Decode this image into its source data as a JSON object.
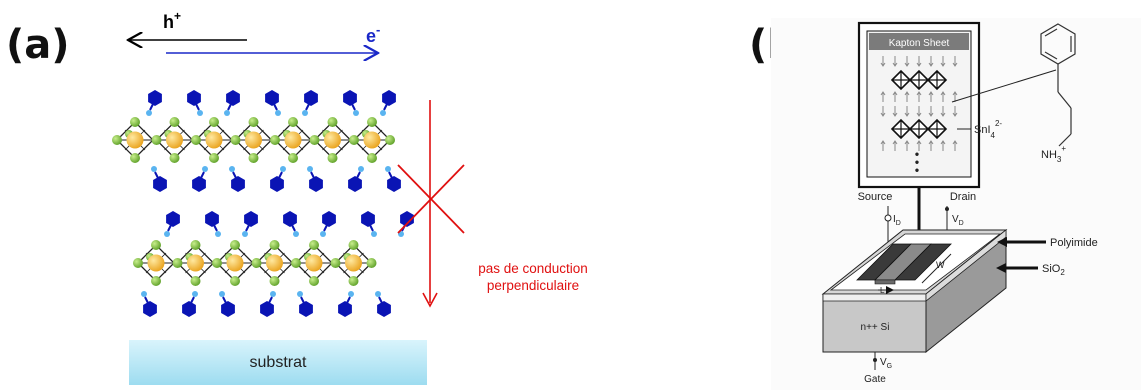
{
  "panel_a": {
    "label": "(a)",
    "holes": "h",
    "holes_sup": "+",
    "electrons": "e",
    "electrons_sup": "-",
    "annotation_line1": "pas de conduction",
    "annotation_line2": "perpendiculaire",
    "substrate": "substrat",
    "colors": {
      "organic": "#0a14b4",
      "linker": "#5ab4f0",
      "metal": "#f2b233",
      "halide": "#7cbf3a",
      "cross": "#e01010",
      "substrate": "#a8e4f4"
    }
  },
  "panel_b": {
    "label": "(b)",
    "kapton": "Kapton Sheet",
    "sni": "SnI",
    "sni_sub": "4",
    "sni_sup": "2-",
    "nh": "NH",
    "nh_sub": "3",
    "nh_sup": "+",
    "dots": "•\n•\n•",
    "source": "Source",
    "drain": "Drain",
    "id": "I",
    "id_sub": "D",
    "vd": "V",
    "vd_sub": "D",
    "polyimide": "Polyimide",
    "sio": "SiO",
    "sio_sub": "2",
    "w": "W",
    "l": "L",
    "si": "n++ Si",
    "vg": "V",
    "vg_sub": "G",
    "gate": "Gate"
  }
}
